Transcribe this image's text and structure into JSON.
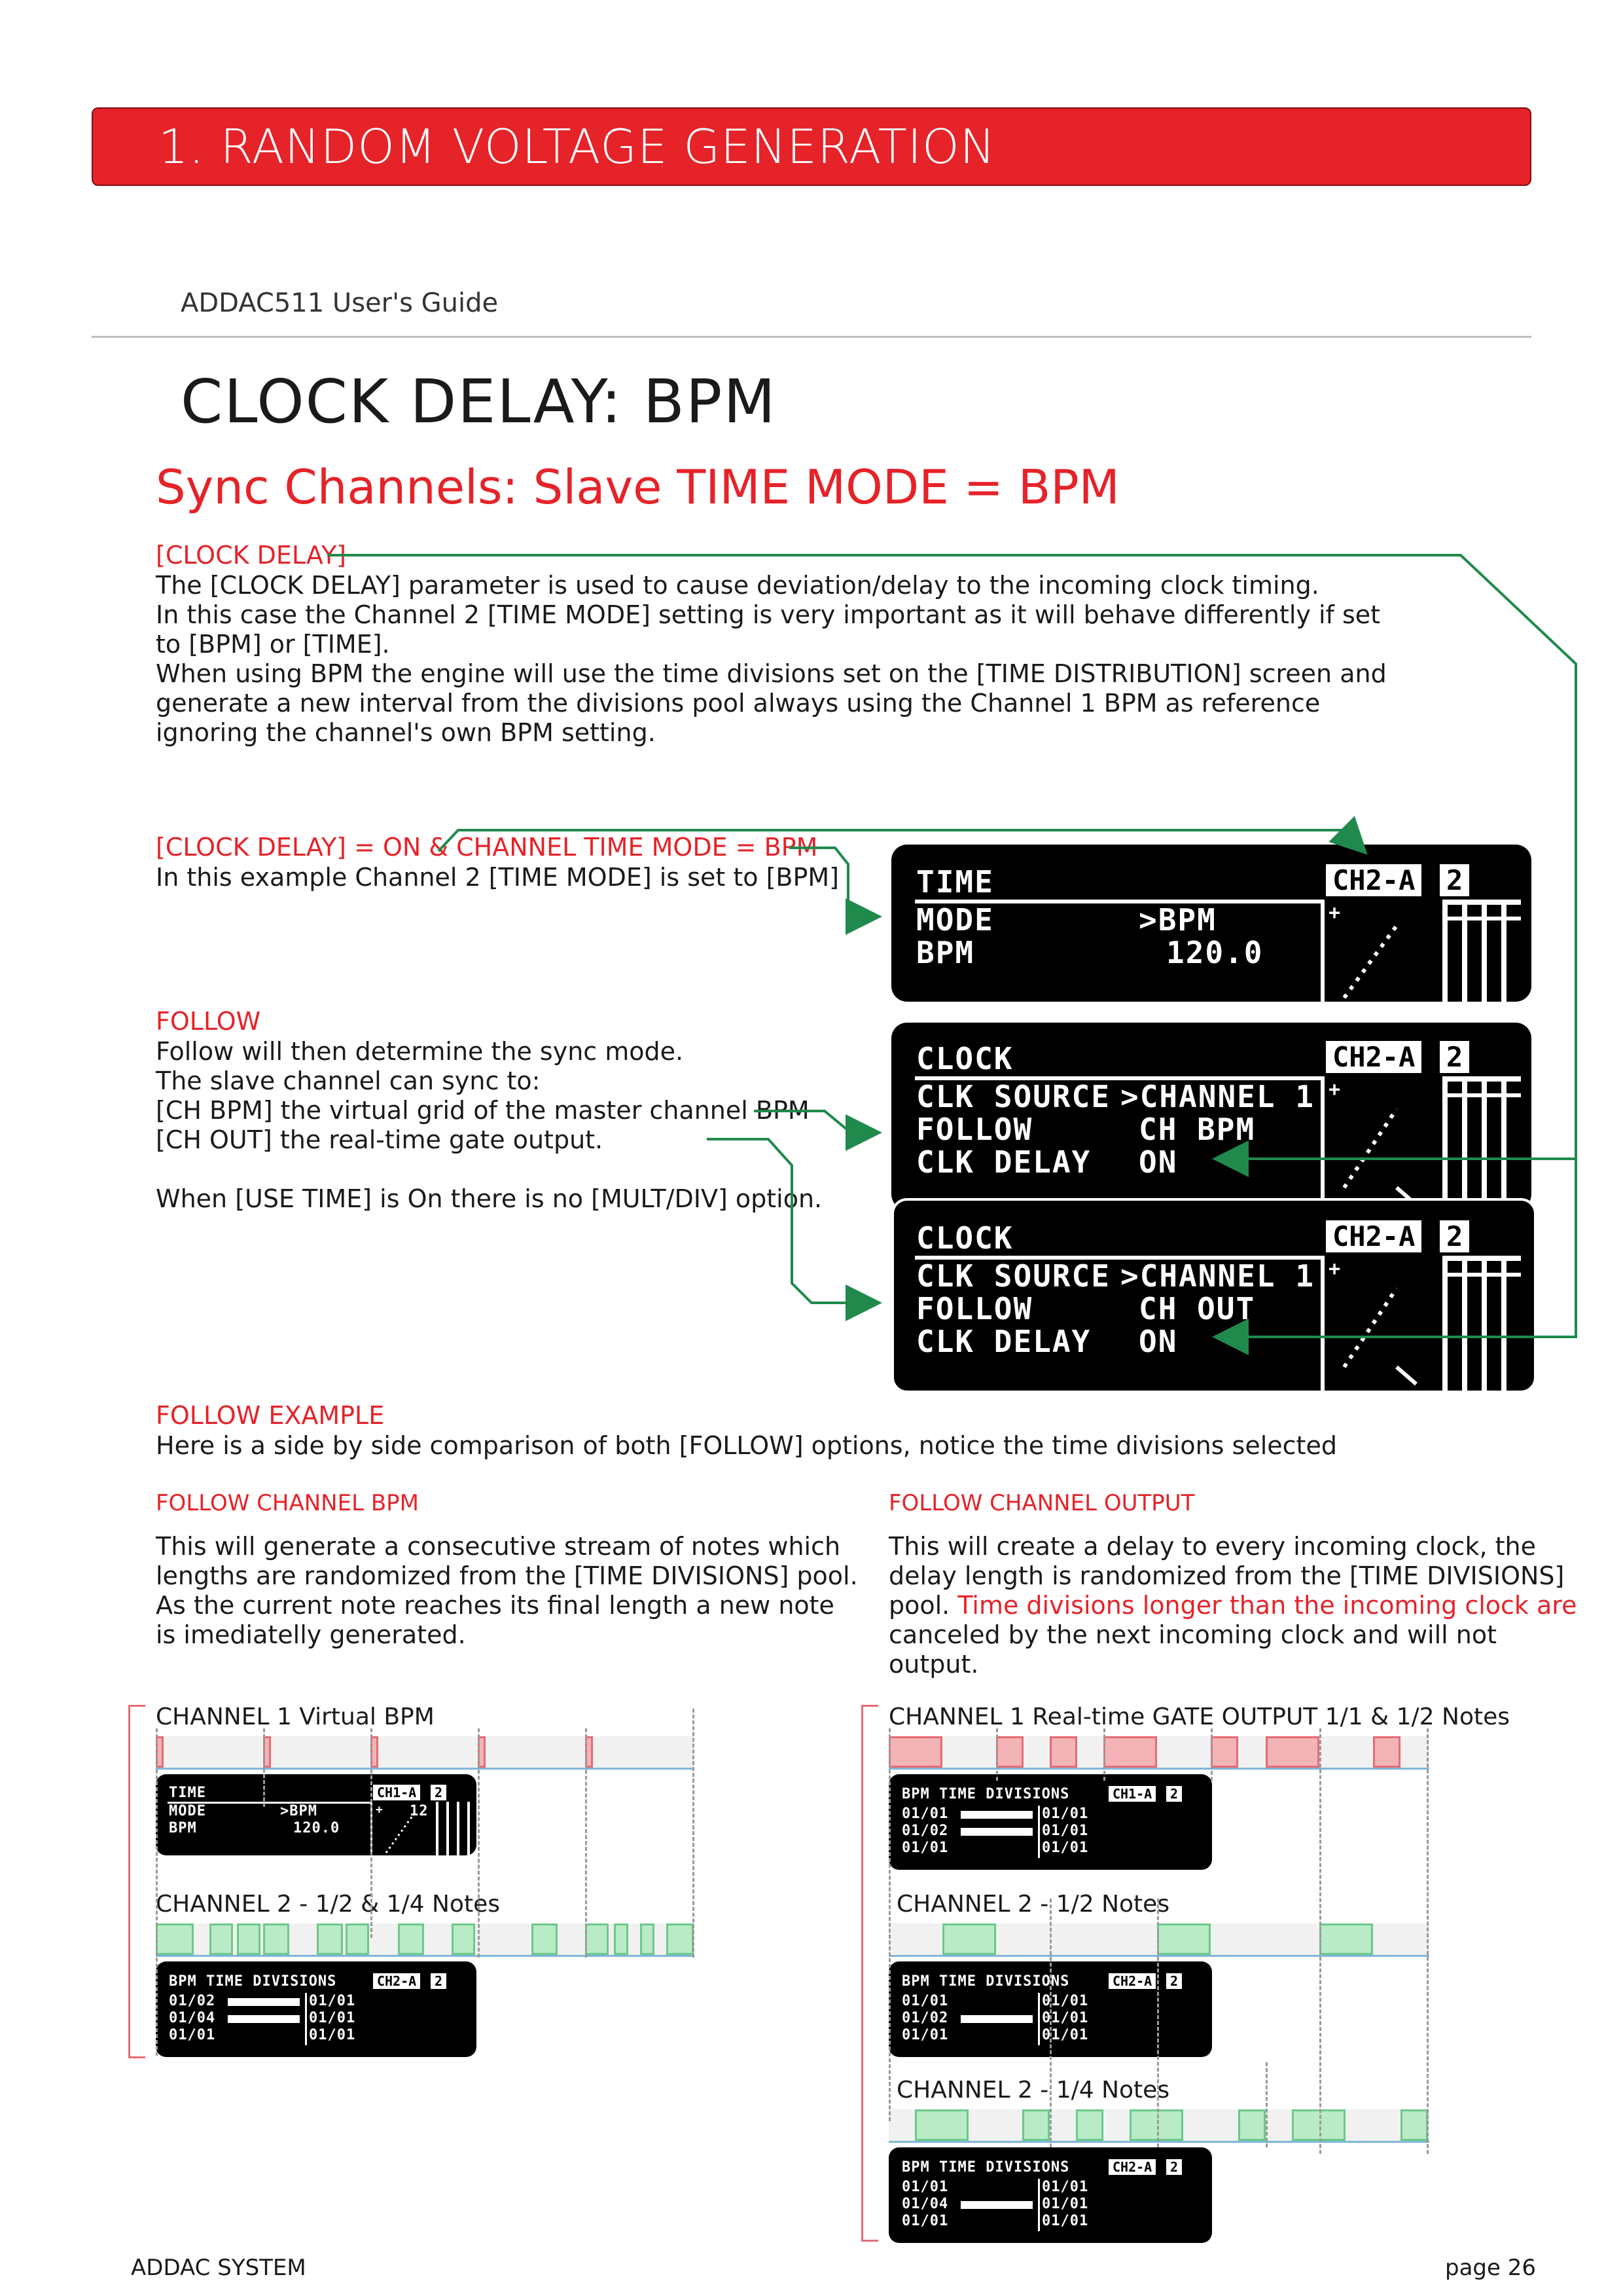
{
  "header": {
    "section_title": "1. RANDOM VOLTAGE GENERATION",
    "guide_title": "ADDAC511 User's Guide"
  },
  "page": {
    "title": "CLOCK DELAY: BPM",
    "subtitle": "Sync Channels: Slave TIME MODE = BPM"
  },
  "clock_delay": {
    "label": "[CLOCK DELAY]",
    "lines": [
      "The [CLOCK DELAY] parameter is used to cause deviation/delay to the incoming clock timing.",
      "In this case the Channel 2 [TIME MODE] setting is very important as it will behave differently if set",
      "to [BPM] or [TIME].",
      "When using BPM the engine will use the time divisions set on the [TIME DISTRIBUTION] screen and",
      "generate a new interval from the divisions pool always using the Channel 1 BPM as reference",
      "ignoring the channel's own BPM setting."
    ]
  },
  "example": {
    "label": "[CLOCK DELAY] = ON & CHANNEL TIME MODE = BPM",
    "line": "In this example Channel 2 [TIME MODE] is set to [BPM]"
  },
  "follow": {
    "label": "FOLLOW",
    "lines": [
      "Follow will then determine the sync mode.",
      "The slave channel can sync to:",
      "[CH BPM] the virtual grid of the master channel BPM",
      "[CH OUT] the real-time gate output.",
      "",
      "When [USE TIME] is On there is no [MULT/DIV] option."
    ]
  },
  "screens": {
    "time": {
      "tag": "CH2-A",
      "num": "2",
      "title": "TIME",
      "rows": [
        [
          "MODE",
          ">BPM"
        ],
        [
          "BPM",
          "120.0"
        ]
      ]
    },
    "clock1": {
      "tag": "CH2-A",
      "num": "2",
      "title": "CLOCK",
      "rows": [
        [
          "CLK SOURCE",
          ">CHANNEL 1"
        ],
        [
          "FOLLOW",
          "CH BPM"
        ],
        [
          "CLK DELAY",
          "ON"
        ]
      ]
    },
    "clock2": {
      "tag": "CH2-A",
      "num": "2",
      "title": "CLOCK",
      "rows": [
        [
          "CLK SOURCE",
          ">CHANNEL 1"
        ],
        [
          "FOLLOW",
          "CH OUT"
        ],
        [
          "CLK DELAY",
          "ON"
        ]
      ]
    }
  },
  "follow_example": {
    "label": "FOLLOW EXAMPLE",
    "line": "Here is a side by side comparison of both [FOLLOW] options, notice the time divisions selected"
  },
  "left_col": {
    "heading": "FOLLOW CHANNEL BPM",
    "lines": [
      "This will generate a consecutive stream of notes which",
      "lengths are randomized from the [TIME DIVISIONS] pool.",
      "As the current note reaches its final length a new note",
      "is imediatelly generated."
    ],
    "ch1_title": "CHANNEL 1 Virtual BPM",
    "ch2_title": "CHANNEL 2 - 1/2 & 1/4 Notes",
    "ch1_screen": {
      "tag": "CH1-A",
      "num": "2",
      "title": "TIME",
      "rows": [
        [
          "MODE",
          ">BPM"
        ],
        [
          "BPM",
          "120.0"
        ]
      ],
      "extra": "12"
    },
    "ch2_screen": {
      "tag": "CH2-A",
      "num": "2",
      "title": "BPM TIME DIVISIONS",
      "rows": [
        [
          "01/02",
          "01/01"
        ],
        [
          "01/04",
          "01/01"
        ],
        [
          "01/01",
          "01/01"
        ]
      ]
    }
  },
  "right_col": {
    "heading": "FOLLOW CHANNEL OUTPUT",
    "lines_black": [
      "This will create a delay to every incoming clock, the",
      "delay length is randomized from the [TIME DIVISIONS]",
      "pool. "
    ],
    "line3_red": "Time divisions longer than the incoming clock are",
    "lines_red": [
      "canceled by the next incoming clock and will not",
      "output."
    ],
    "ch1_title": "CHANNEL 1 Real-time GATE OUTPUT  1/1 & 1/2 Notes",
    "ch2a_title": "CHANNEL 2 -  1/2 Notes",
    "ch2b_title": "CHANNEL 2 -  1/4 Notes",
    "ch1_screen": {
      "tag": "CH1-A",
      "num": "2",
      "title": "BPM TIME DIVISIONS",
      "rows": [
        [
          "01/01",
          "01/01"
        ],
        [
          "01/02",
          "01/01"
        ],
        [
          "01/01",
          "01/01"
        ]
      ]
    },
    "ch2a_screen": {
      "tag": "CH2-A",
      "num": "2",
      "title": "BPM TIME DIVISIONS",
      "rows": [
        [
          "01/01",
          "01/01"
        ],
        [
          "01/02",
          "01/01"
        ],
        [
          "01/01",
          "01/01"
        ]
      ]
    },
    "ch2b_screen": {
      "tag": "CH2-A",
      "num": "2",
      "title": "BPM TIME DIVISIONS",
      "rows": [
        [
          "01/01",
          "01/01"
        ],
        [
          "01/04",
          "01/01"
        ],
        [
          "01/01",
          "01/01"
        ]
      ]
    }
  },
  "footer": {
    "left": "ADDAC SYSTEM",
    "right": "page 26"
  },
  "colors": {
    "accent": "#e52329",
    "arrow": "#1f8a4c",
    "gate_red": "#f4b3b6",
    "gate_green": "#b9ebc6"
  }
}
